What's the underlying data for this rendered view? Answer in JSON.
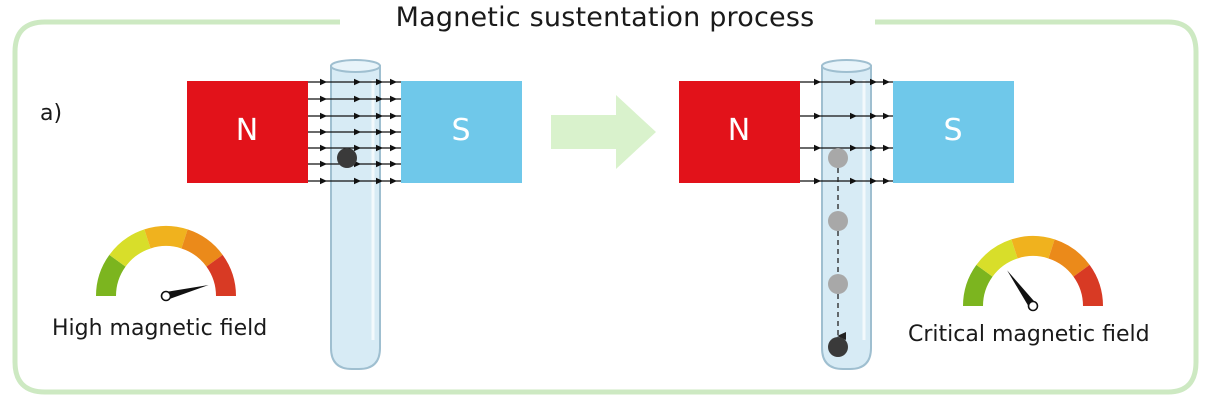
{
  "title": "Magnetic sustentation process",
  "panel_label": "a)",
  "magnets": {
    "north_label": "N",
    "south_label": "S",
    "north_color": "#e2121a",
    "south_color": "#6fc8ea"
  },
  "gauges": {
    "left_label": "High magnetic field",
    "right_label": "Critical magnetic field",
    "left_level": 0.92,
    "right_level": 0.3,
    "segment_colors": [
      "#7cb51f",
      "#d8de2a",
      "#f0b21e",
      "#eb8a1a",
      "#d83a24"
    ]
  },
  "colors": {
    "frame": "#cde9c2",
    "arrow": "#d9f2cc",
    "tube_fill": "#d7ebf5",
    "tube_stroke": "#9fbfd0",
    "ball_dark": "#3a3a3a",
    "ball_light": "#a8a8a8"
  }
}
